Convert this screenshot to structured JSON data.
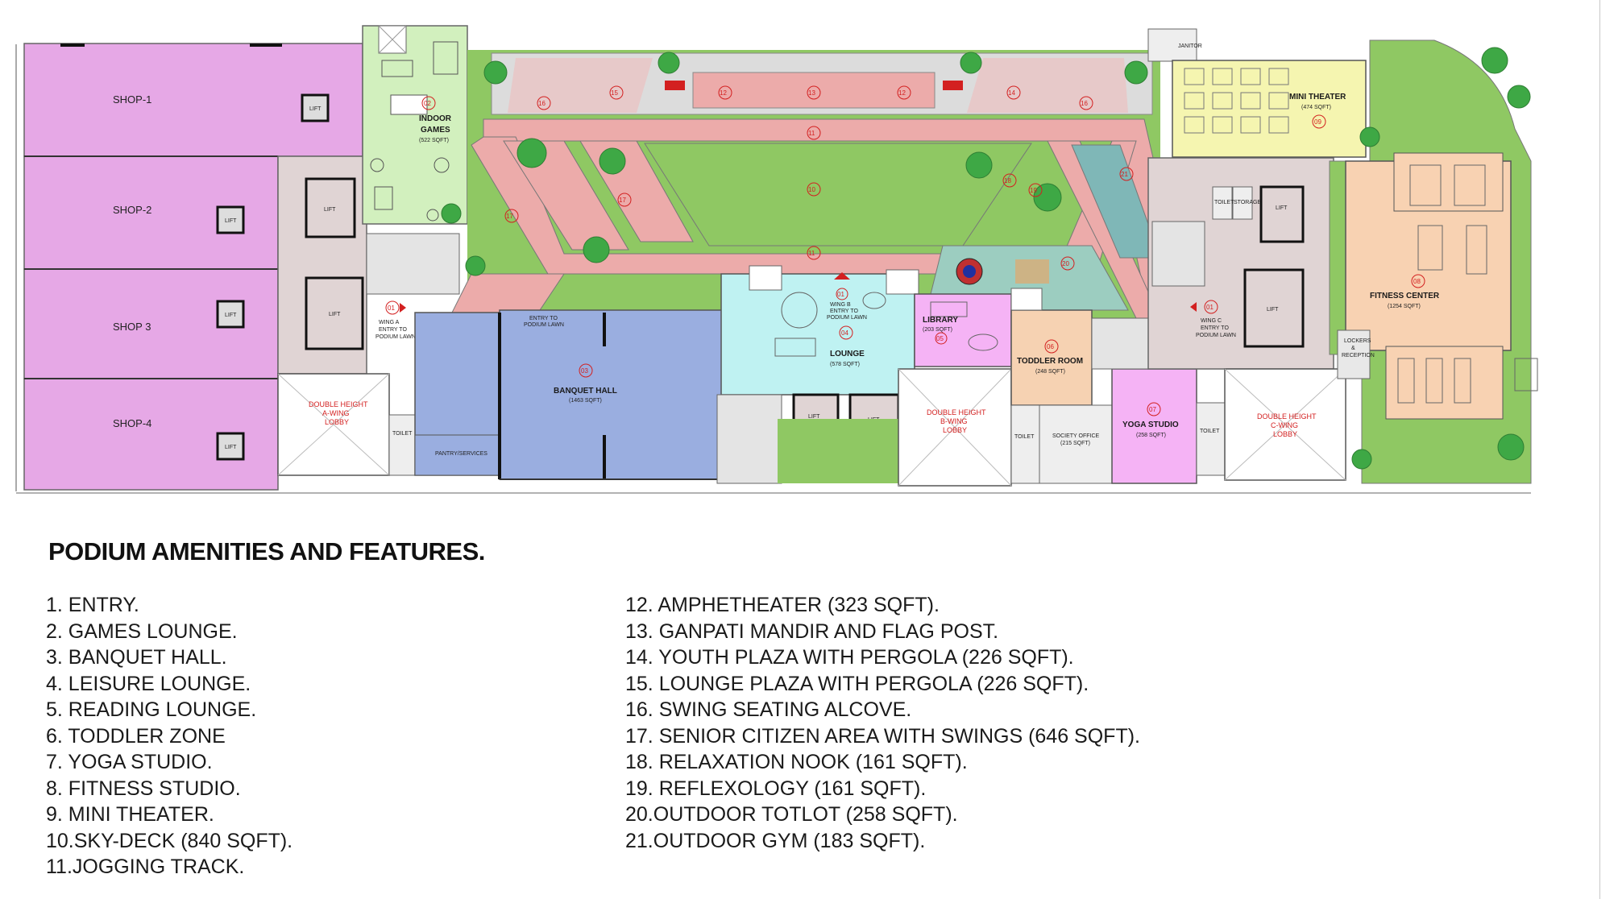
{
  "colors": {
    "shop": "#e6a8e6",
    "lawn": "#8fc863",
    "track": "#ecabaa",
    "banquet": "#9aaee0",
    "lounge": "#bff2f2",
    "library": "#f5b3f5",
    "toddler": "#f6d2b2",
    "yoga": "#f5b3f5",
    "fitness": "#f8d2b2",
    "theater": "#f5f5b0",
    "games": "#d2f0be",
    "core": "#e0d4d4",
    "label_red": "#d32020"
  },
  "plan": {
    "shops": [
      "SHOP-1",
      "SHOP-2",
      "SHOP 3",
      "SHOP-4"
    ],
    "lift": "LIFT",
    "toilet": "TOILET",
    "storage": "STORAGE",
    "janitor": "JANITOR",
    "pantry": "PANTRY/SERVICES",
    "lockers": [
      "LOCKERS",
      "&",
      "RECEPTION"
    ],
    "entry_podium": [
      "ENTRY TO",
      "PODIUM LAWN"
    ],
    "lobbies": {
      "a": [
        "DOUBLE HEIGHT",
        "A-WING",
        "LOBBY"
      ],
      "b": [
        "DOUBLE HEIGHT",
        "B-WING",
        "LOBBY"
      ],
      "c": [
        "DOUBLE HEIGHT",
        "C-WING",
        "LOBBY"
      ]
    },
    "wing_entries": {
      "a": [
        "WING A",
        "ENTRY TO",
        "PODIUM LAWN"
      ],
      "b": [
        "WING B",
        "ENTRY TO",
        "PODIUM LAWN"
      ],
      "c": [
        "WING C",
        "ENTRY TO",
        "PODIUM LAWN"
      ]
    },
    "rooms": {
      "indoor_games": {
        "name_1": "INDOOR",
        "name_2": "GAMES",
        "area": "(522 SQFT)",
        "num": "02"
      },
      "banquet": {
        "name": "BANQUET HALL",
        "area": "(1463 SQFT)",
        "num": "03"
      },
      "lounge": {
        "name": "LOUNGE",
        "area": "(578 SQFT)",
        "num": "04"
      },
      "library": {
        "name": "LIBRARY",
        "area": "(203 SQFT)",
        "num": "05"
      },
      "toddler": {
        "name": "TODDLER ROOM",
        "area": "(248 SQFT)",
        "num": "06"
      },
      "yoga": {
        "name": "YOGA STUDIO",
        "area": "(258 SQFT)",
        "num": "07"
      },
      "fitness": {
        "name": "FITNESS CENTER",
        "area": "(1254 SQFT)",
        "num": "08"
      },
      "theater": {
        "name": "MINI THEATER",
        "area": "(474 SQFT)",
        "num": "09"
      },
      "society": {
        "name": "SOCIETY OFFICE",
        "area": "(215 SQFT)"
      }
    },
    "markers": {
      "entry": "01",
      "deck": "10",
      "track": "11",
      "amphi": "12",
      "mandir": "13",
      "youth": "14",
      "plaza": "15",
      "swing": "16",
      "senior": "17",
      "nook": "18",
      "reflex": "19",
      "totlot": "20",
      "gym": "21"
    }
  },
  "legend": {
    "title": "PODIUM AMENITIES AND FEATURES.",
    "left": [
      "1. ENTRY.",
      "2. GAMES LOUNGE.",
      "3. BANQUET HALL.",
      "4. LEISURE LOUNGE.",
      "5. READING LOUNGE.",
      "6. TODDLER ZONE",
      "7. YOGA STUDIO.",
      "8. FITNESS STUDIO.",
      "9. MINI THEATER.",
      "10.SKY-DECK (840 SQFT).",
      "11.JOGGING TRACK."
    ],
    "right": [
      "12. AMPHETHEATER (323 SQFT).",
      "13. GANPATI MANDIR AND FLAG POST.",
      "14. YOUTH PLAZA WITH PERGOLA (226 SQFT).",
      "15. LOUNGE PLAZA WITH PERGOLA (226 SQFT).",
      "16. SWING SEATING ALCOVE.",
      "17. SENIOR CITIZEN AREA WITH SWINGS (646 SQFT).",
      "18. RELAXATION NOOK (161 SQFT).",
      "19. REFLEXOLOGY (161 SQFT).",
      "20.OUTDOOR TOTLOT (258 SQFT).",
      "21.OUTDOOR GYM (183 SQFT)."
    ]
  }
}
